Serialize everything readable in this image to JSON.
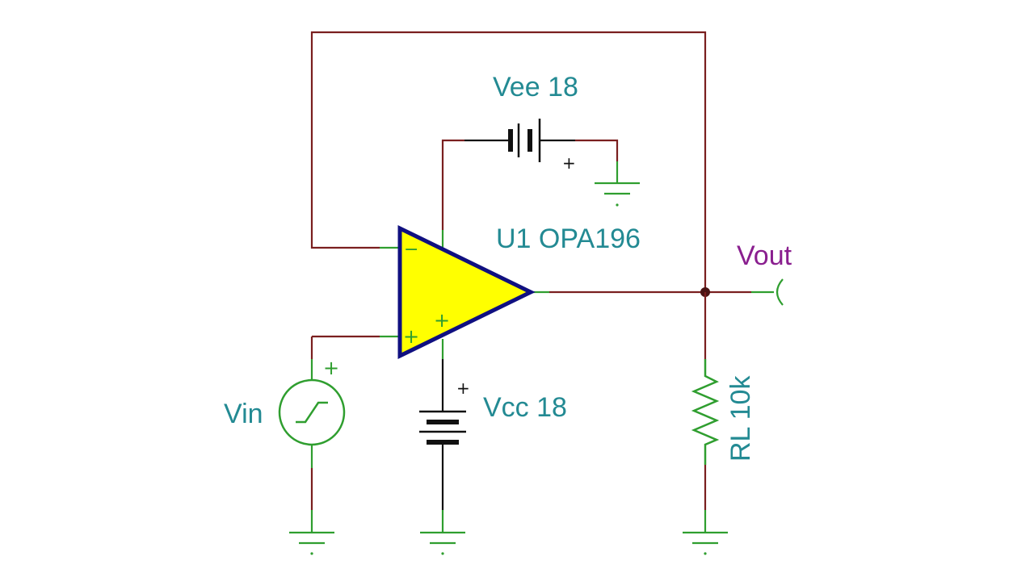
{
  "colors": {
    "wire": "#7a1f1f",
    "pin": "#2f9e2f",
    "component_label": "#238a93",
    "node_label": "#8a1f8f",
    "opamp_fill": "#ffff00",
    "opamp_outline": "#101080"
  },
  "labels": {
    "vee": "Vee 18",
    "u1": "U1 OPA196",
    "vout": "Vout",
    "vin": "Vin",
    "vcc": "Vcc 18",
    "rl": "RL 10k"
  },
  "signs": {
    "plus": "+",
    "minus": "−"
  },
  "icons": {
    "opamp": "opamp-triangle-icon",
    "battery": "battery-icon",
    "ground": "ground-icon",
    "resistor": "resistor-zigzag-icon",
    "source": "step-voltage-source-icon",
    "port": "output-port-icon"
  }
}
